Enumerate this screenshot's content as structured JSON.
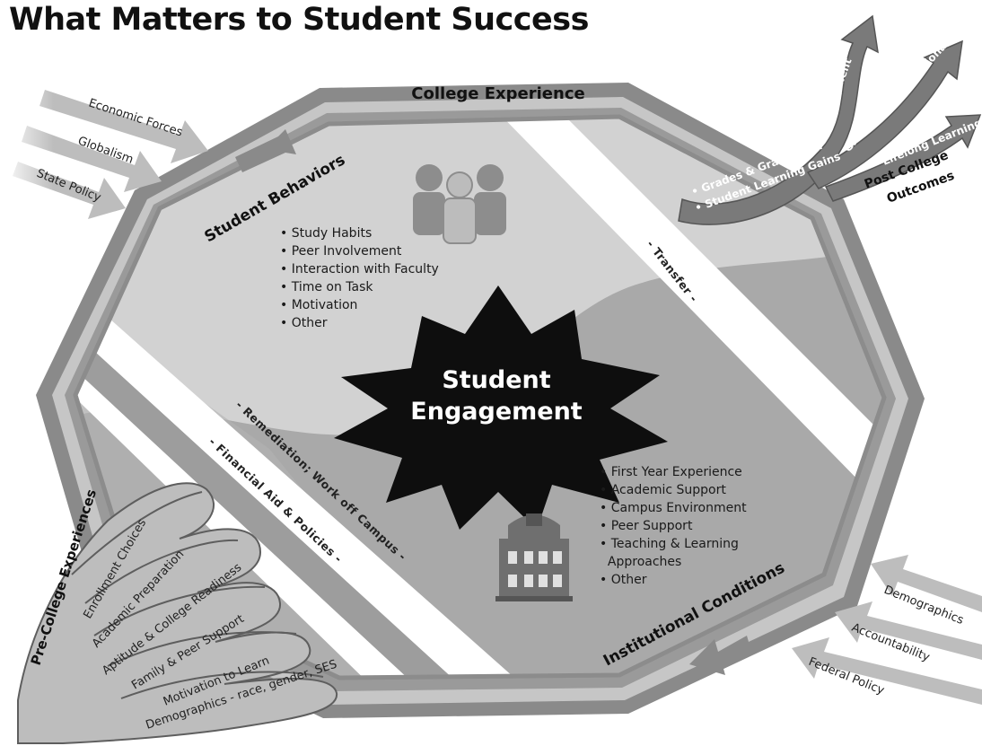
{
  "title": "What Matters to Student Success",
  "college_experience": "College Experience",
  "student_behaviors": {
    "heading": "Student Behaviors",
    "items": [
      "• Study Habits",
      "• Peer Involvement",
      "• Interaction with Faculty",
      "• Time on Task",
      "• Motivation",
      "• Other"
    ]
  },
  "center": {
    "line1": "Student",
    "line2": "Engagement"
  },
  "institutional_conditions": {
    "heading": "Institutional Conditions",
    "items": [
      "• First Year Experience",
      "• Academic Support",
      "• Campus Environment",
      "• Peer Support",
      "• Teaching & Learning",
      "  Approaches",
      "• Other"
    ]
  },
  "bands": {
    "transfer": "- Transfer -",
    "remediation": "- Remediation; Work off Campus -",
    "financial_aid": "- Financial Aid & Policies -"
  },
  "external_forces_top": [
    "Economic Forces",
    "Globalism",
    "State Policy"
  ],
  "external_forces_bottom": [
    "Demographics",
    "Accountability",
    "Federal Policy"
  ],
  "post_college": {
    "heading_line1": "Post College",
    "heading_line2": "Outcomes",
    "inputs": [
      "• Grades & Graduation",
      "• Student Learning Gains"
    ],
    "outcomes": [
      "Employment",
      "Graduate & Professional School",
      "Lifelong Learning"
    ]
  },
  "pre_college": {
    "heading": "Pre-College Experiences",
    "fingers": [
      "Enrollment Choices",
      "Academic Preparation",
      "Aptitude & College Readiness",
      "Family & Peer Support",
      "Motivation to Learn",
      "Demographics - race, gender, SES"
    ]
  },
  "colors": {
    "ring_dark": "#8a8a8a",
    "ring_light": "#c2c2c2",
    "upper_fill": "#d0d0d0",
    "lower_fill": "#a7a7a7",
    "star": "#0e0e0e"
  }
}
